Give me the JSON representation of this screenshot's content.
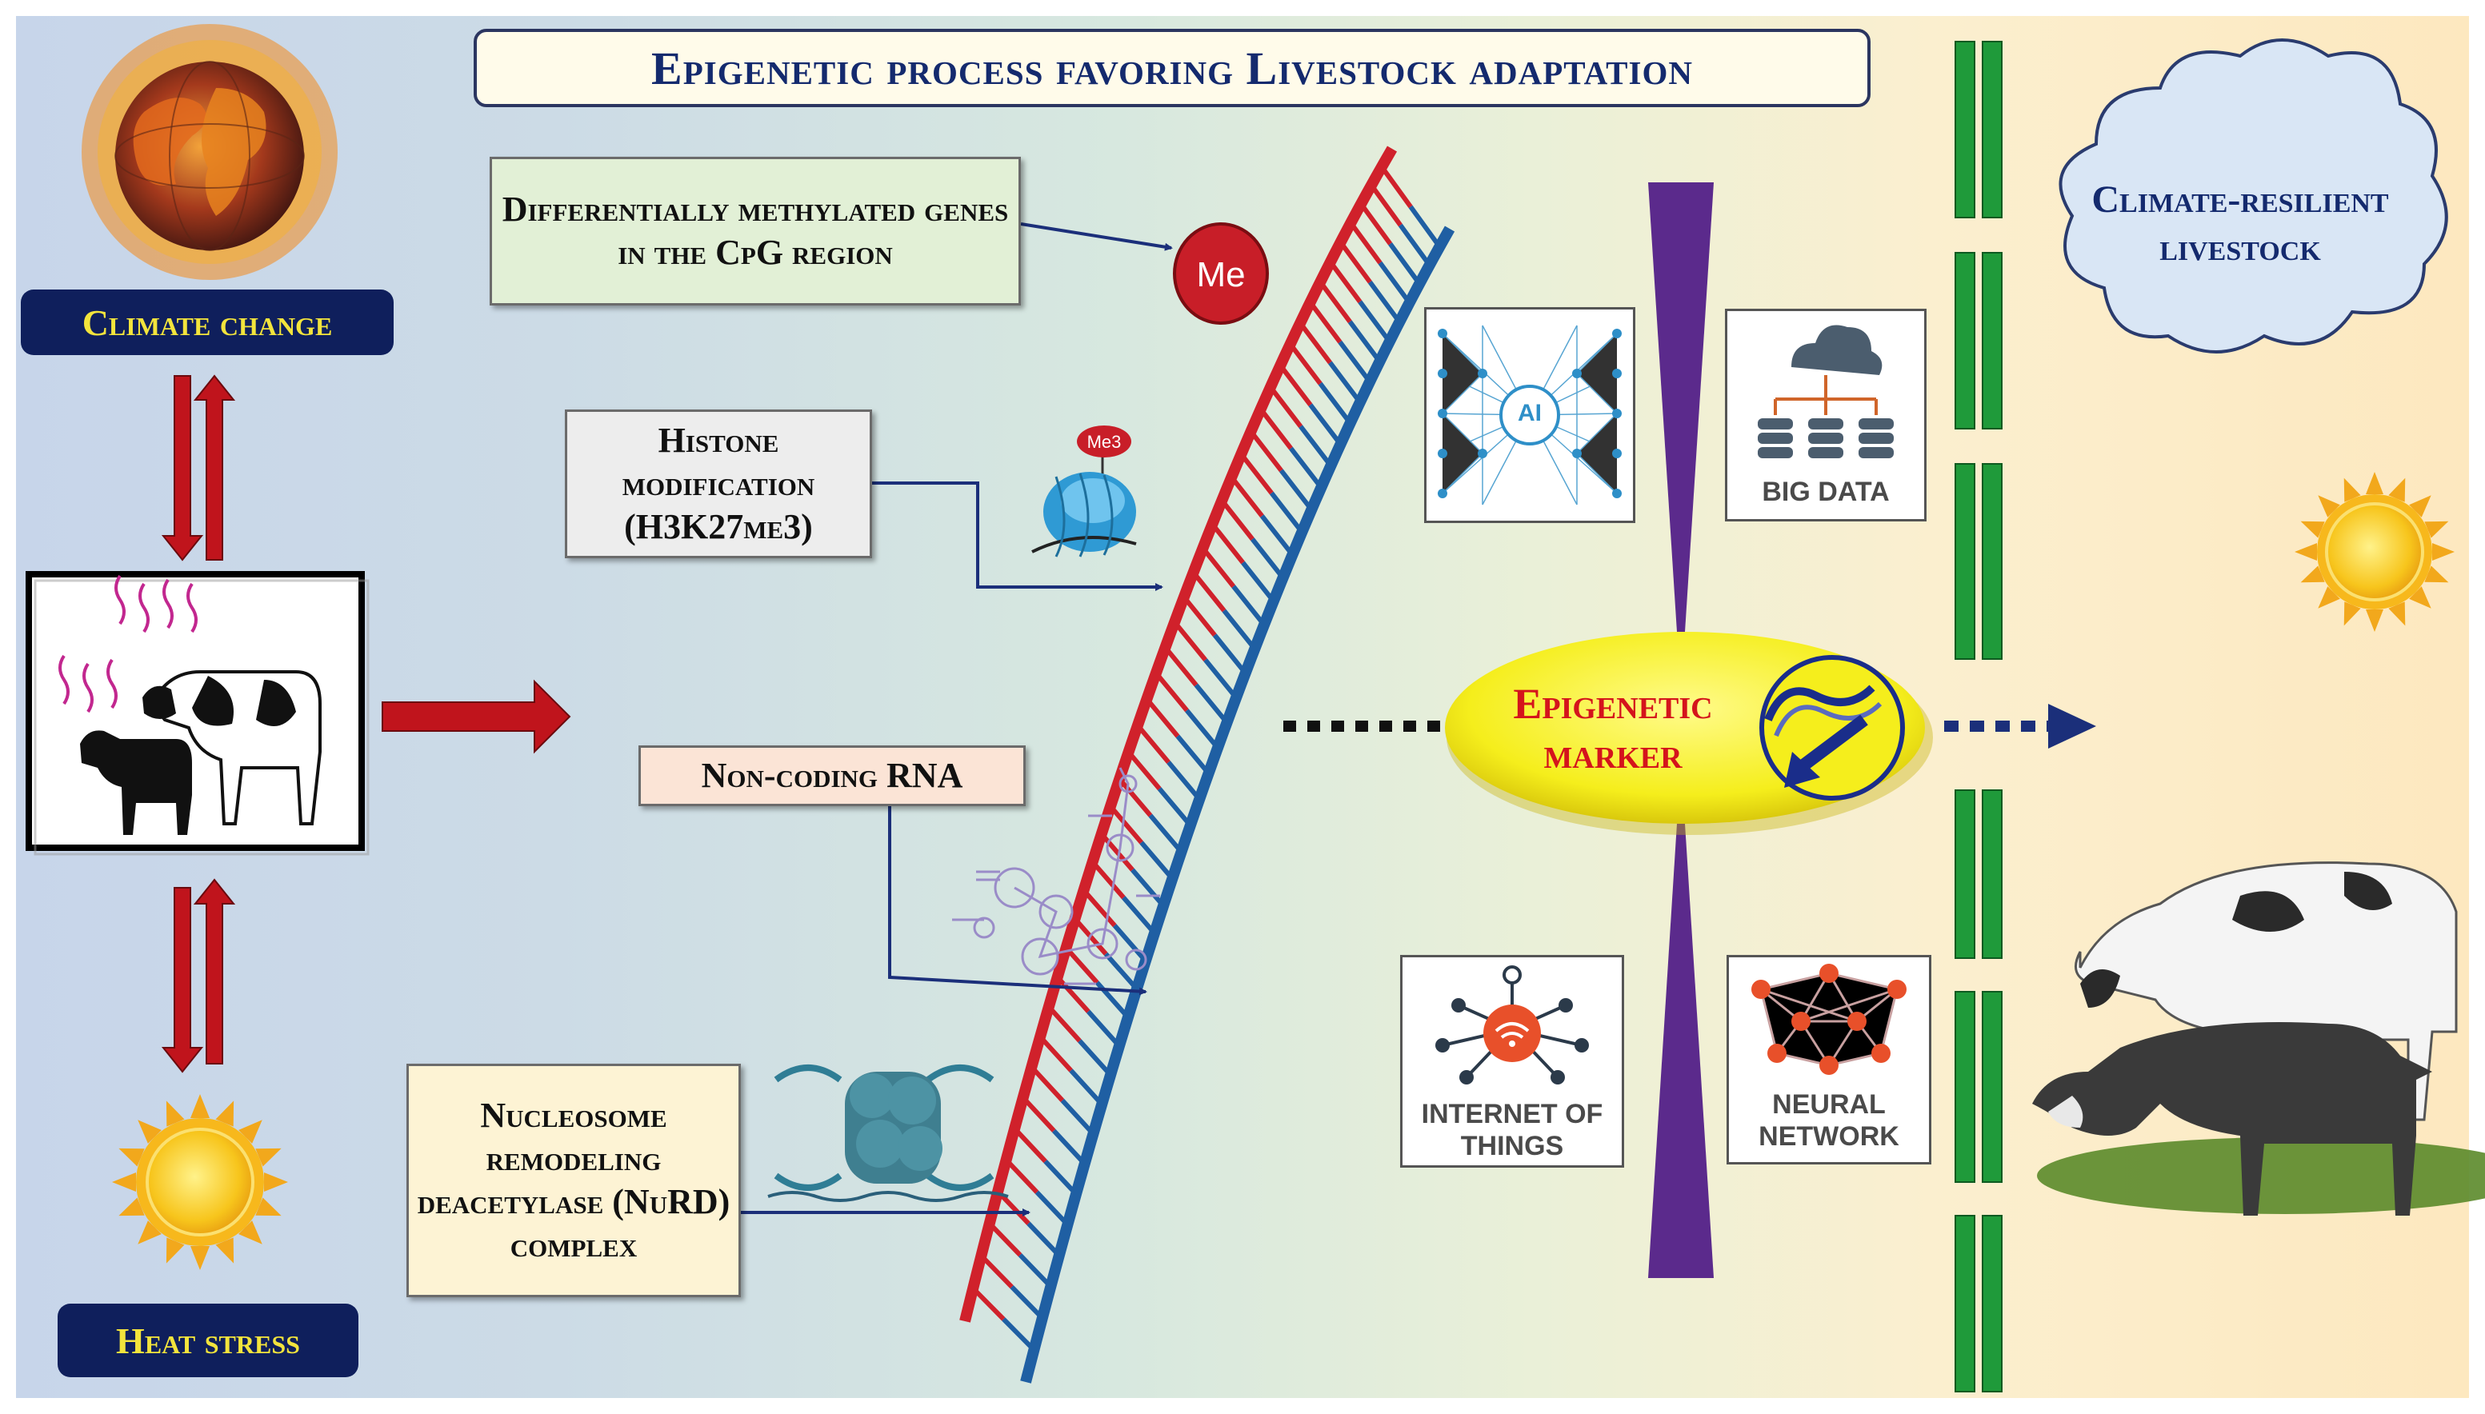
{
  "title": "Epigenetic process favoring Livestock adaptation",
  "left": {
    "climate_label": "Climate change",
    "heat_label": "Heat stress"
  },
  "mechanisms": {
    "methylation": "Differentially methylated genes in the CpG region",
    "histone": "Histone modification (H3K27me3)",
    "ncrna": "Non-coding RNA",
    "nurd": "Nucleosome remodeling deacetylase (NuRD) complex"
  },
  "dna": {
    "me_badge": "Me",
    "me3_badge": "Me3"
  },
  "center": {
    "marker_label": "Epigenetic marker"
  },
  "tools": {
    "ai_label": "AI",
    "big_data": "BIG DATA",
    "iot": "INTERNET OF THINGS",
    "neural": "NEURAL NETWORK"
  },
  "outcome": {
    "cloud_label": "Climate-resilient livestock"
  },
  "colors": {
    "navy": "#0f1f5c",
    "yellow_text": "#f3e43c",
    "dna_red": "#d0212b",
    "dna_blue": "#1f5fa3",
    "arrow_red": "#c0141c",
    "purple": "#5b2a8c",
    "green_bar": "#1f9a3a",
    "marker_fill": "#f5ee1c",
    "marker_text": "#d4141c"
  },
  "icons": [
    "globe-fire-icon",
    "sun-icon",
    "cow-goat-heat-icon",
    "methyl-icon",
    "nucleosome-me3-icon",
    "rna-structure-icon",
    "nucleosome-complex-icon",
    "ai-network-icon",
    "cloud-database-icon",
    "iot-icon",
    "neural-network-icon",
    "dna-marker-icon",
    "cow-goat-icon"
  ]
}
